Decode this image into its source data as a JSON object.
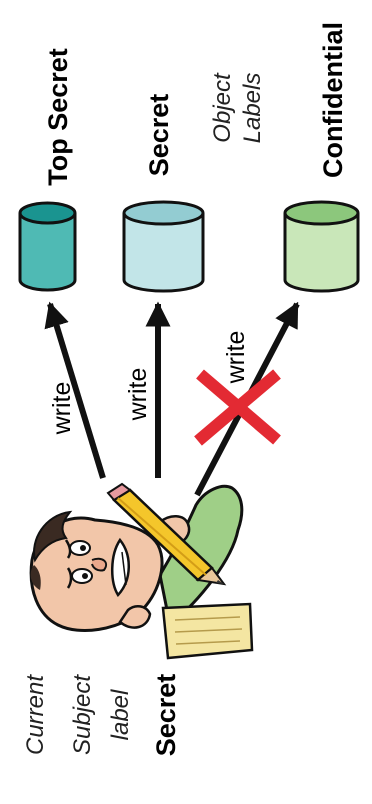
{
  "object_labels_heading": [
    "Object",
    "Labels"
  ],
  "object_labels": [
    "Top Secret",
    "Secret",
    "Confidential"
  ],
  "arrow_label": "write",
  "subject_heading": [
    "Current",
    "Subject",
    "label"
  ],
  "subject_label": "Secret",
  "colors": {
    "top_secret": "#4fbab4",
    "top_secret_dark": "#1a9490",
    "secret": "#c2e5e8",
    "secret_dark": "#93ccd2",
    "confidential": "#c9e7b9",
    "confidential_dark": "#8cc77c",
    "arrow": "#111111",
    "cross": "#e32a33"
  },
  "icons": [
    "database-cylinder-icon",
    "cartoon-person-writing-icon",
    "pencil-icon",
    "cross-icon"
  ]
}
